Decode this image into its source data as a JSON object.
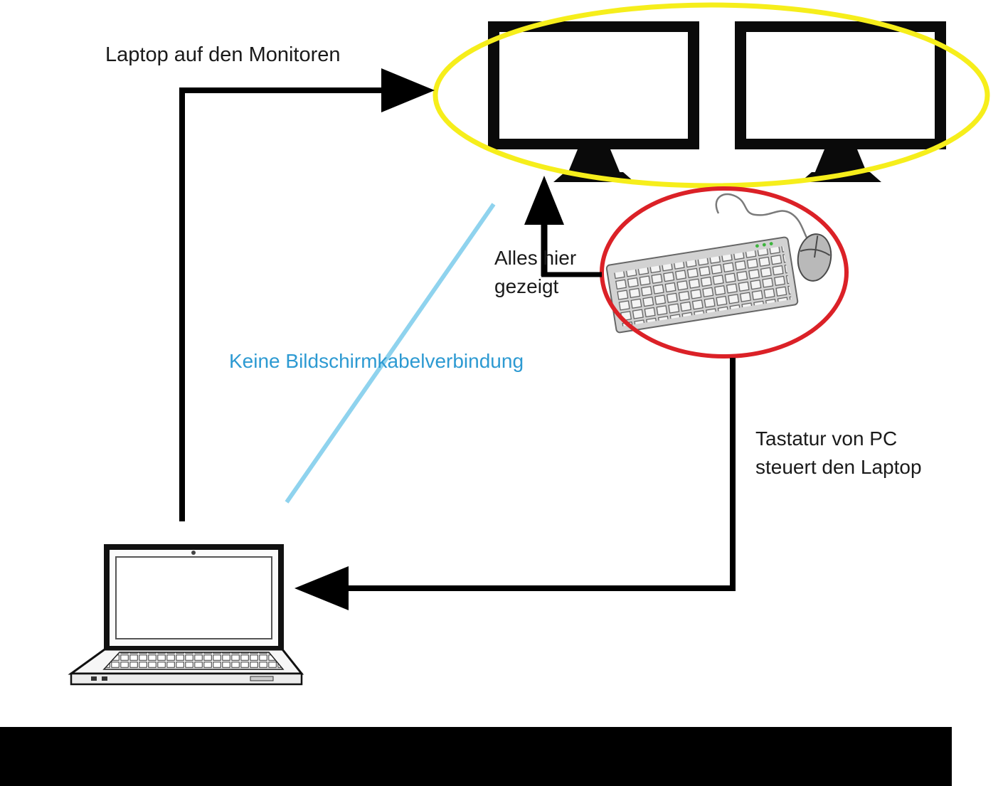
{
  "labels": {
    "laptop_to_monitors": "Laptop auf den Monitoren",
    "shown_here_line1": "Alles hier",
    "shown_here_line2": "gezeigt",
    "no_display_cable": "Keine Bildschirmkabelverbindung",
    "keyboard_controls_line1": "Tastatur von PC",
    "keyboard_controls_line2": "steuert den Laptop"
  },
  "colors": {
    "monitor_highlight": "#f6ee1b",
    "keyboard_highlight": "#db2127",
    "no_cable_text": "#2d9ad2",
    "no_cable_line": "#8fd3ee",
    "arrow": "#000000",
    "bottom_bar": "#000000"
  }
}
